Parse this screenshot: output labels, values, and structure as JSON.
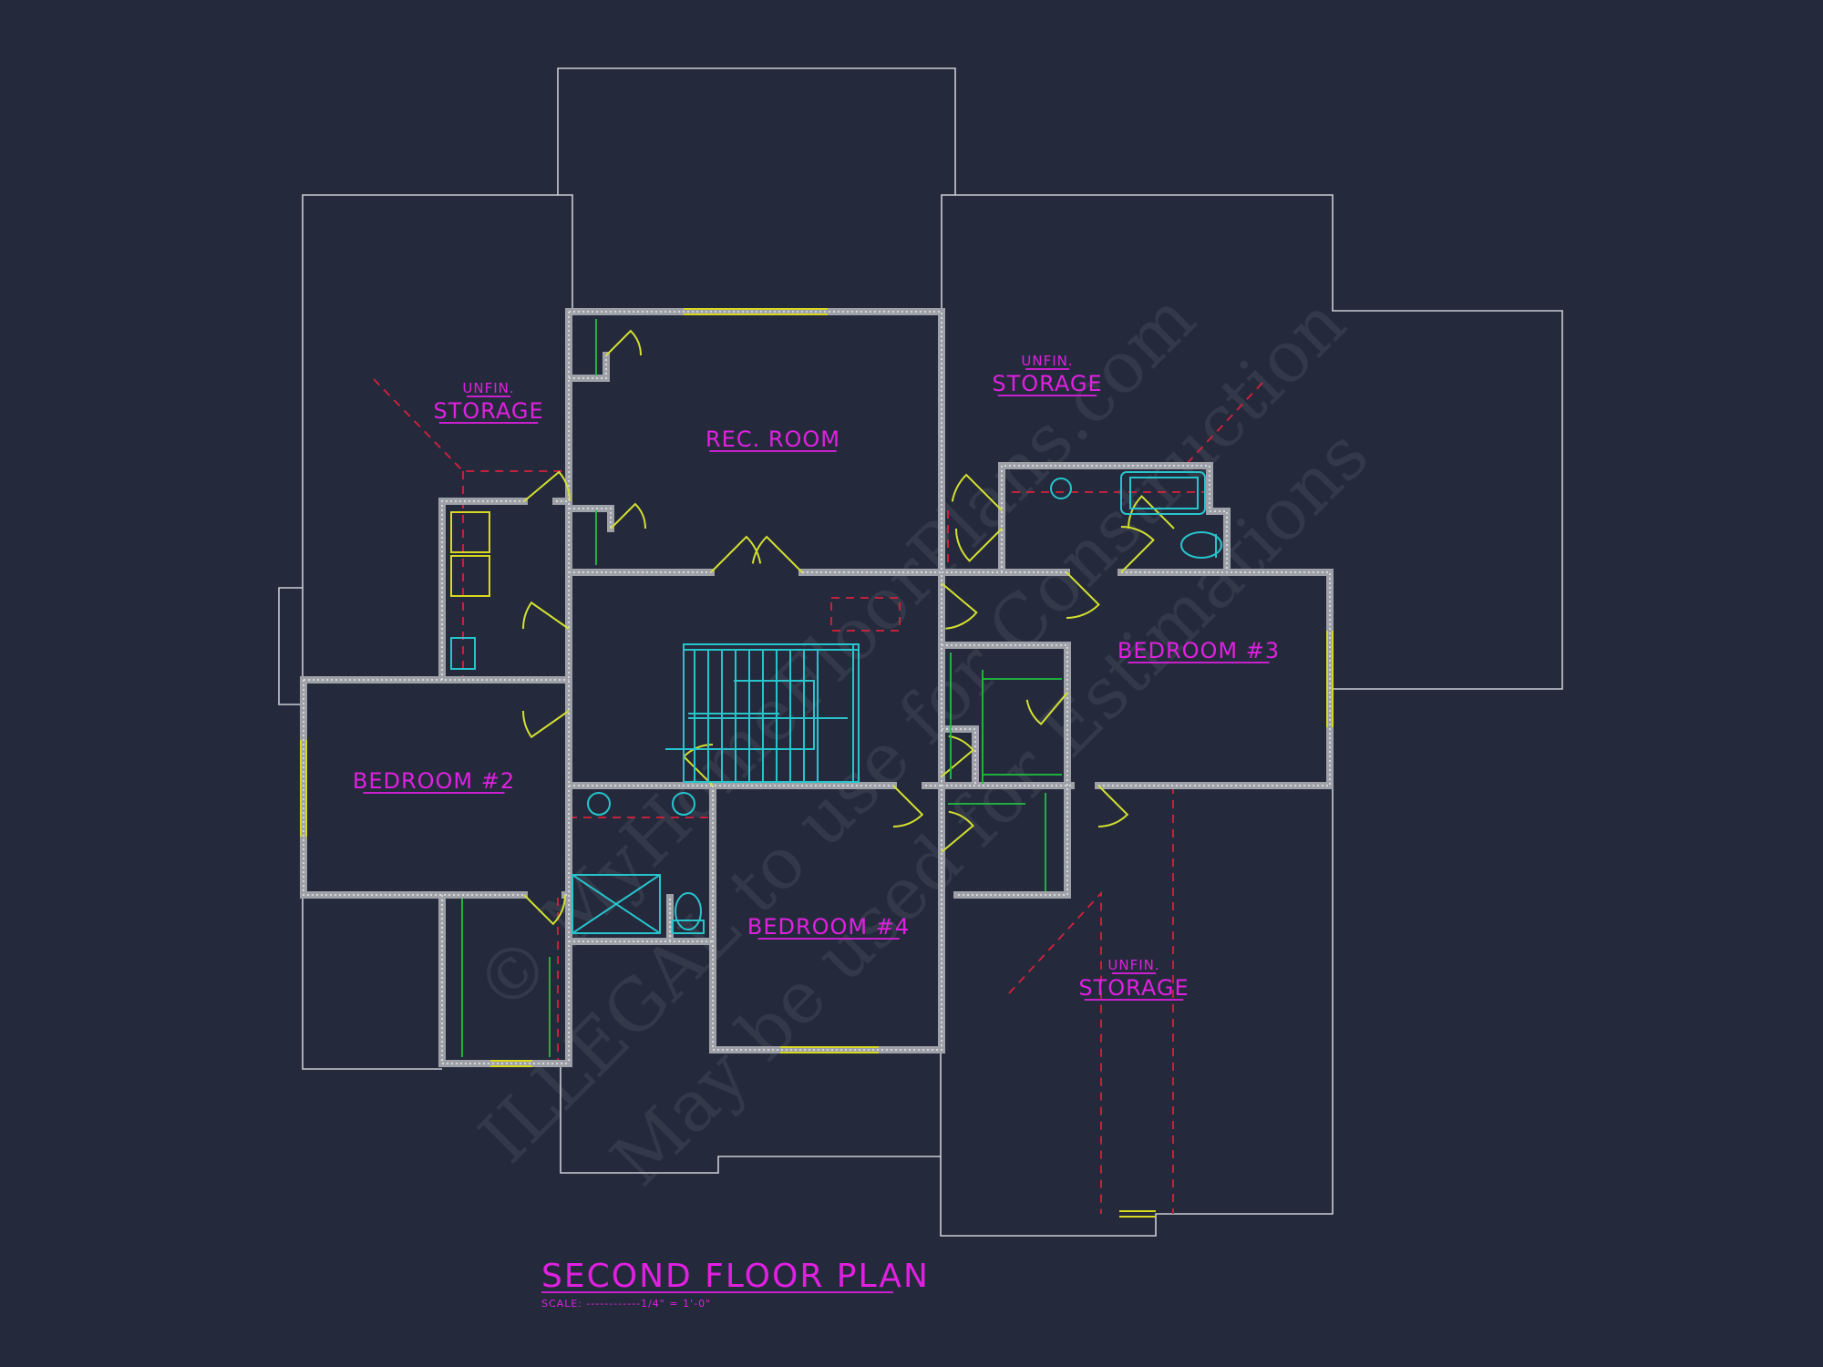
{
  "drawing": {
    "title": "SECOND FLOOR PLAN",
    "scale": "SCALE: ------------1/4\" = 1'-0\"",
    "rooms": [
      {
        "id": "storage-left",
        "sub": "UNFIN.",
        "name": "STORAGE"
      },
      {
        "id": "rec-room",
        "name": "REC. ROOM"
      },
      {
        "id": "storage-right",
        "sub": "UNFIN.",
        "name": "STORAGE"
      },
      {
        "id": "bedroom-3",
        "name": "BEDROOM #3"
      },
      {
        "id": "bedroom-2",
        "name": "BEDROOM #2"
      },
      {
        "id": "bedroom-4",
        "name": "BEDROOM #4"
      },
      {
        "id": "storage-bottom",
        "sub": "UNFIN.",
        "name": "STORAGE"
      }
    ]
  },
  "watermark": {
    "line1": "© MyHomeFloorPlans.com",
    "line2": "ILLEGAL to use for Construction",
    "line3": "May be used for Estimations"
  },
  "colors": {
    "background": "#242a3c",
    "labels": "#e020e0",
    "walls": "#9ea1a8",
    "doors_windows": "#d4e030",
    "fixtures": "#27c4cc",
    "hidden_lines": "#d8203c"
  }
}
